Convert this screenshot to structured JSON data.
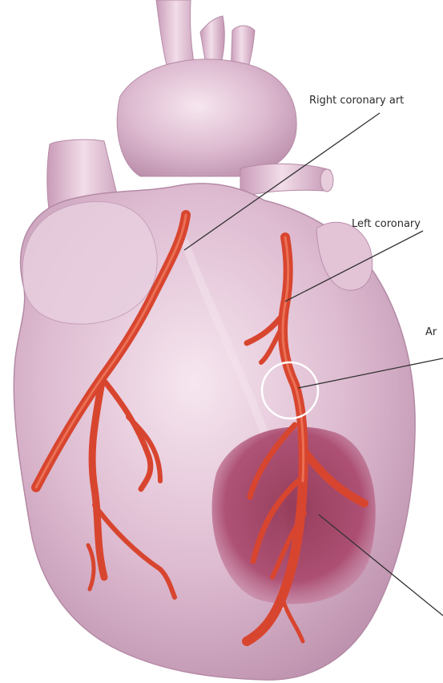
{
  "labels": {
    "right_coronary": "Right coronary art",
    "left_coronary": "Left coronary",
    "artery_partial": "Ar"
  },
  "colors": {
    "background": "#ffffff",
    "heart_light": "#f1dbe8",
    "heart_mid": "#d9b3cb",
    "heart_shadow": "#b88aa7",
    "artery": "#d8452f",
    "artery_highlight": "#f07a5e",
    "infarct": "#9c3d5c",
    "leader_line": "#333333",
    "blockage_ring": "#ffffff"
  }
}
